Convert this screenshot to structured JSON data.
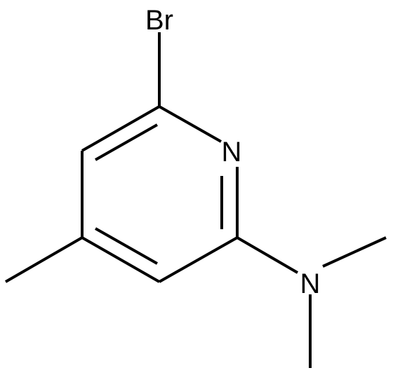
{
  "molecule": {
    "atoms": {
      "br": "Br",
      "n_ring": "N",
      "n_amine": "N"
    },
    "colors": {
      "bond": "#000000",
      "label": "#000000",
      "background": "#ffffff"
    }
  }
}
